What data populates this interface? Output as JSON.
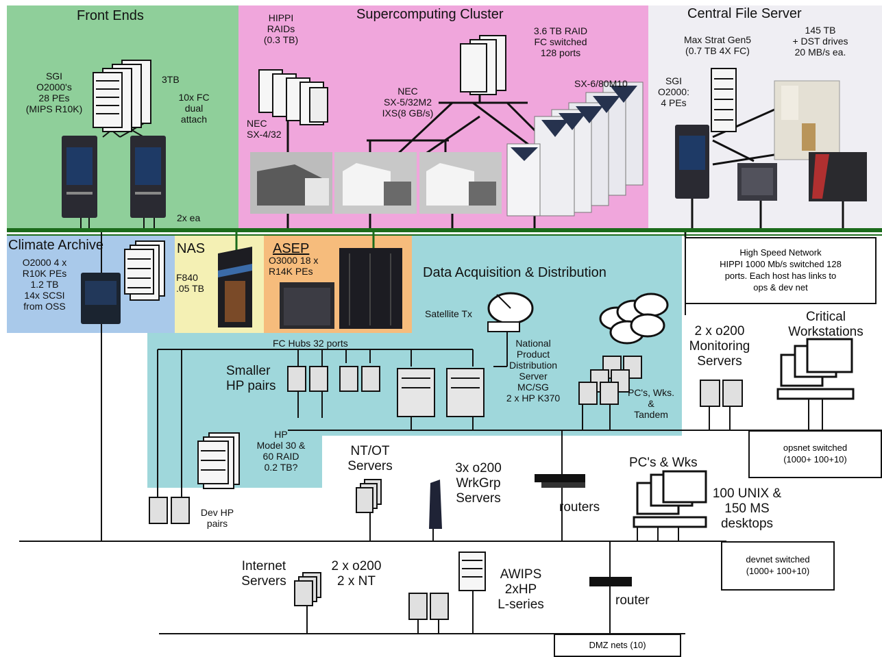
{
  "regions": {
    "front_ends": {
      "title": "Front Ends",
      "color": "#8fcf9a"
    },
    "supercomputing": {
      "title": "Supercomputing Cluster",
      "color": "#f0a6dc"
    },
    "central_file_server": {
      "title": "Central File Server",
      "color": "#efeef3"
    },
    "climate_archive": {
      "title": "Climate Archive",
      "color": "#a9c9ea"
    },
    "nas": {
      "title": "NAS",
      "color": "#f4f0b4"
    },
    "asep": {
      "title": "ASEP",
      "color": "#f6bc7c"
    },
    "data_acq": {
      "title": "Data Acquisition & Distribution",
      "color": "#9fd7db"
    }
  },
  "labels": {
    "sgi_front": "SGI\nO2000's\n28 PEs\n(MIPS R10K)",
    "tb3": "3TB",
    "fc_dual": "10x FC\ndual\nattach",
    "two_ea": "2x ea",
    "hippi_raids": "HIPPI\nRAIDs\n(0.3 TB)",
    "nec_sx4": "NEC\nSX-4/32",
    "nec_sx5": "NEC\nSX-5/32M2\nIXS(8 GB/s)",
    "raid36": "3.6 TB RAID\nFC switched\n128 ports",
    "sx6": "SX-6/80M10",
    "maxstrat": "Max Strat Gen5\n(0.7 TB 4X FC)",
    "tb145": "145 TB\n+ DST drives\n20 MB/s ea.",
    "sgi_cfs": "SGI\nO2000:\n4 PEs",
    "climate_desc": "O2000 4 x\nR10K PEs\n1.2 TB\n14x SCSI\nfrom OSS",
    "nas_desc": "F840\n.05 TB",
    "asep_desc": "O3000 18 x\nR14K PEs",
    "satellite": "Satellite Tx",
    "fc_hubs": "FC Hubs 32 ports",
    "smaller_hp": "Smaller\nHP pairs",
    "npds": "National\nProduct\nDistribution\nServer\nMC/SG\n2 x HP K370",
    "tandem": "PC's, Wks.\n&\nTandem",
    "mon_servers": "2 x o200\nMonitoring\nServers",
    "critical_ws": "Critical\nWorkstations",
    "hp_raid": "HP\nModel 30 &\n60 RAID\n0.2 TB?",
    "ntot": "NT/OT\nServers",
    "wkgrp": "3x o200\nWrkGrp\nServers",
    "routers": "routers",
    "pcs_wks": "PC's & Wks",
    "unix_ms": "100 UNIX &\n150 MS\ndesktops",
    "dev_hp": "Dev HP\npairs",
    "internet": "Internet\nServers",
    "o200_nt": "2 x o200\n2 x NT",
    "awips": "AWIPS\n2xHP\nL-series",
    "router": "router"
  },
  "boxes": {
    "hsn": "High Speed Network\nHIPPI 1000 Mb/s switched 128\nports. Each host has links to\nops & dev net",
    "opsnet": "opsnet switched\n(1000+ 100+10)",
    "devnet": "devnet switched\n(1000+ 100+10)",
    "dmz": "DMZ nets (10)"
  },
  "colors": {
    "backbone": "#1b6b1b",
    "line": "#111111",
    "device": "#d8d8d8"
  }
}
